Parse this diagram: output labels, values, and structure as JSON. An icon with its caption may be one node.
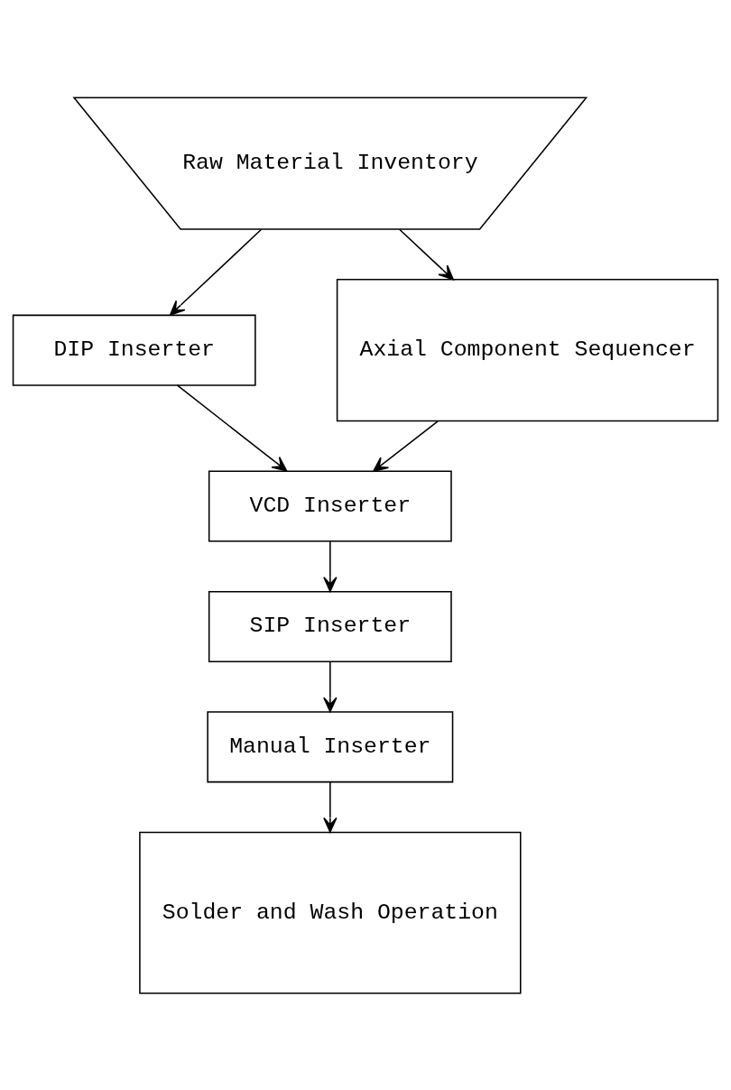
{
  "diagram": {
    "nodes": [
      {
        "text": [
          "Raw Material Inventory"
        ]
      },
      {
        "text": [
          "DIP Inserter"
        ]
      },
      {
        "text": [
          "Axial Component Sequencer"
        ]
      },
      {
        "text": [
          "VCD Inserter"
        ]
      },
      {
        "text": [
          "SIP Inserter"
        ]
      },
      {
        "text": [
          "Manual Inserter"
        ]
      },
      {
        "text": [
          "Solder and Wash Operation"
        ]
      }
    ],
    "edges": [
      {
        "from": 0,
        "to": 1,
        "arrow": "to"
      },
      {
        "from": 0,
        "to": 2,
        "arrow": "to"
      },
      {
        "from": 1,
        "to": 3,
        "arrow": "to"
      },
      {
        "from": 2,
        "to": 3,
        "arrow": "to"
      },
      {
        "from": 3,
        "to": 4,
        "arrow": "to"
      },
      {
        "from": 4,
        "to": 5,
        "arrow": "to"
      },
      {
        "from": 5,
        "to": 6,
        "arrow": "to"
      }
    ]
  }
}
